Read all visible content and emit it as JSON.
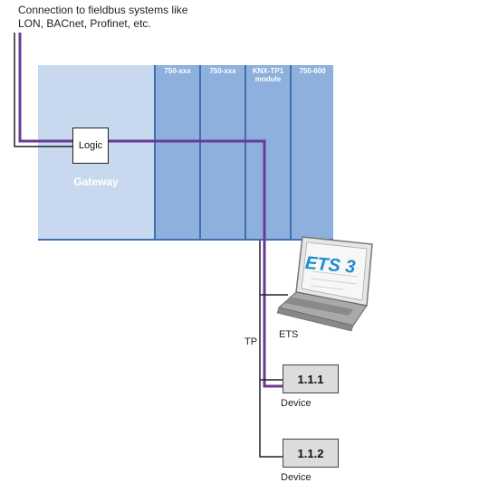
{
  "header": {
    "line1": "Connection to fieldbus systems like",
    "line2": "LON, BACnet, Profinet, etc."
  },
  "gateway": {
    "label": "Gateway",
    "logic_label": "Logic"
  },
  "modules": [
    {
      "line1": "750-xxx",
      "line2": ""
    },
    {
      "line1": "750-xxx",
      "line2": ""
    },
    {
      "line1": "KNX-TP1",
      "line2": "module"
    },
    {
      "line1": "750-600",
      "line2": ""
    }
  ],
  "laptop": {
    "screen_text": "ETS 3",
    "label": "ETS"
  },
  "bus": {
    "label": "TP"
  },
  "devices": [
    {
      "address": "1.1.1",
      "label": "Device"
    },
    {
      "address": "1.1.2",
      "label": "Device"
    }
  ],
  "colors": {
    "purple_wire": "#6a3a96",
    "black_wire": "#222222",
    "gateway_panel": "#c8d8ee",
    "module_blue": "#8db0dd"
  }
}
